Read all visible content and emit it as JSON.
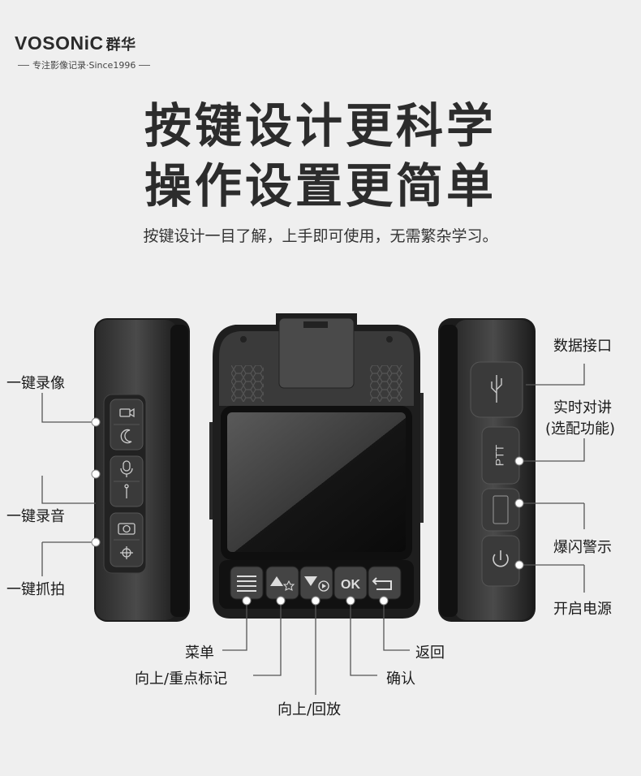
{
  "brand": {
    "name": "VOSONiC",
    "name_cn": "群华",
    "tagline": "专注影像记录·Since1996"
  },
  "headline": {
    "line1": "按键设计更科学",
    "line2": "操作设置更简单"
  },
  "subline": "按键设计一目了解，上手即可使用，无需繁杂学习。",
  "left_labels": {
    "video": "一键录像",
    "audio": "一键录音",
    "photo": "一键抓拍"
  },
  "right_labels": {
    "data_port": "数据接口",
    "ptt_line1": "实时对讲",
    "ptt_line2": "(选配功能)",
    "flash": "爆闪警示",
    "power": "开启电源"
  },
  "bottom_labels": {
    "menu": "菜单",
    "up_mark": "向上/重点标记",
    "up_playback": "向上/回放",
    "ok": "确认",
    "back": "返回"
  },
  "device": {
    "ptt_text": "PTT",
    "ok_text": "OK"
  }
}
